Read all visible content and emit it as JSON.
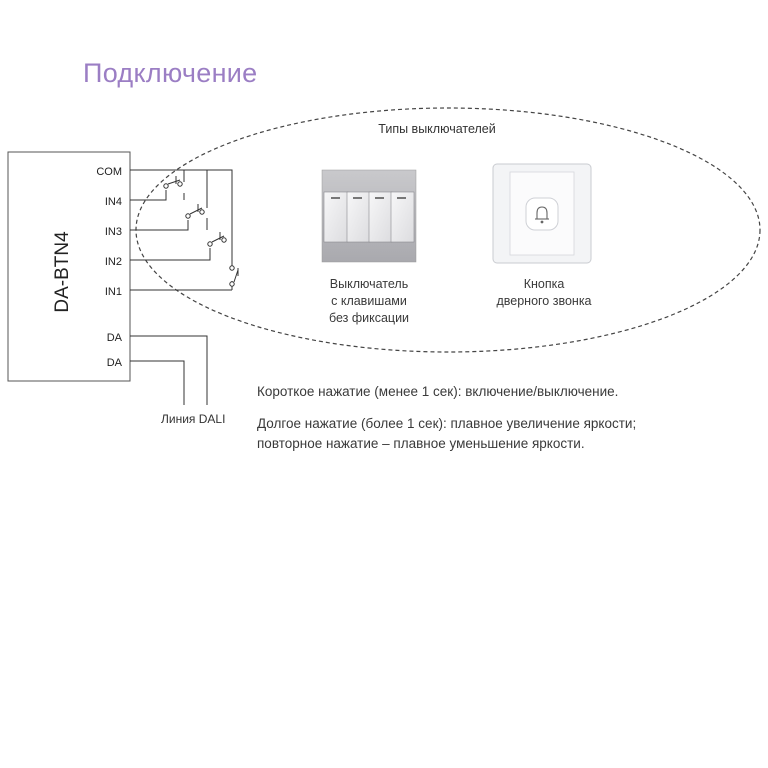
{
  "title": "Подключение",
  "device": {
    "name": "DA-BTN4",
    "pins": {
      "com": "COM",
      "in4": "IN4",
      "in3": "IN3",
      "in2": "IN2",
      "in1": "IN1",
      "da1": "DA",
      "da2": "DA"
    },
    "dali_line_label": "Линия DALI"
  },
  "switch_types": {
    "heading": "Типы выключателей",
    "rocker": [
      "Выключатель",
      "с клавишами",
      "без фиксации"
    ],
    "doorbell": [
      "Кнопка",
      "дверного звонка"
    ]
  },
  "notes": {
    "short_press": "Короткое нажатие (менее 1 сек): включение/выключение.",
    "long_press": "Долгое нажатие (более 1 сек): плавное увеличение яркости;",
    "repeat_press": "повторное нажатие – плавное уменьшение яркости."
  },
  "colors": {
    "title": "#9b7ec4",
    "line": "#333333"
  }
}
